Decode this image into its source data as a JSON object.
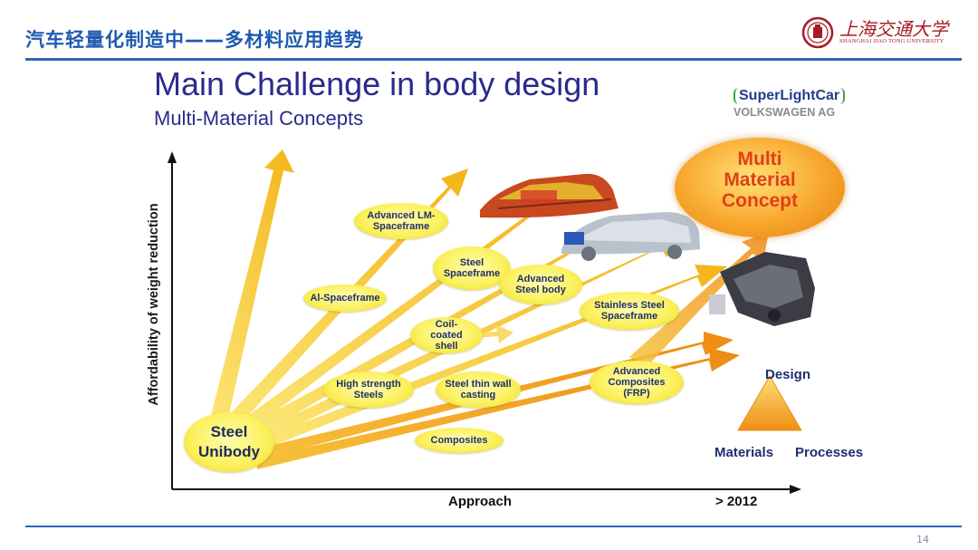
{
  "header": {
    "title": "汽车轻量化制造中——多材料应用趋势",
    "logo_cn": "上海交通大学",
    "logo_en": "SHANGHAI JIAO TONG UNIVERSITY"
  },
  "figure": {
    "title": "Main Challenge in body design",
    "subtitle": "Multi-Material Concepts",
    "y_axis_label": "Affordability of weight reduction",
    "x_axis_label": "Approach",
    "x_axis_end_label": "> 2012",
    "brand": "SuperLightCar",
    "brand_org": "VOLKSWAGEN AG",
    "goal": [
      "Multi",
      "Material",
      "Concept"
    ],
    "nodes": {
      "steel_unibody": "Steel Unibody",
      "advanced_lm_spaceframe": "Advanced LM-Spaceframe",
      "al_spaceframe": "Al-Spaceframe",
      "steel_spaceframe": "Steel Spaceframe",
      "advanced_steel_body": "Advanced Steel body",
      "stainless_steel_spaceframe": "Stainless Steel Spaceframe",
      "coil_coated_shell": "Coil-coated shell",
      "high_strength_steels": "High strength Steels",
      "steel_thin_wall_casting": "Steel thin wall casting",
      "advanced_composites": "Advanced Composites (FRP)",
      "composites": "Composites"
    },
    "triangle": {
      "top": "Design",
      "left": "Materials",
      "right": "Processes"
    }
  },
  "page_number": "14",
  "colors": {
    "title_blue": "#1e5bb0",
    "figure_title": "#2a2a8c",
    "arrow_yellow": "#f6c21c",
    "arrow_orange": "#f19a1a",
    "bubble_yellow": "#fbf05a",
    "goal_text": "#e33d1a"
  }
}
